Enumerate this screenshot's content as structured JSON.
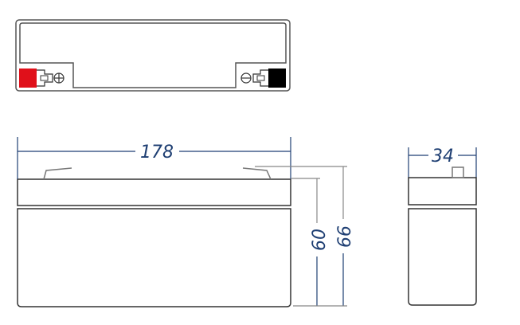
{
  "dimensions": {
    "length": "178",
    "width": "34",
    "height_container": "60",
    "height_total": "66"
  },
  "terminals": {
    "positive_symbol": "⊕",
    "negative_symbol": "⊖",
    "positive_color": "#e0101a",
    "negative_color": "#000000"
  },
  "colors": {
    "outline": "#333333",
    "dimension": "#1f3f73"
  }
}
